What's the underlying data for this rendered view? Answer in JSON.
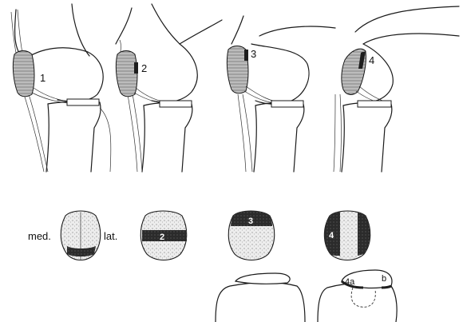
{
  "knee_views": [
    {
      "label": "1"
    },
    {
      "label": "2"
    },
    {
      "label": "3"
    },
    {
      "label": "4"
    }
  ],
  "patella_views": [
    {
      "label": "2"
    },
    {
      "label": "3"
    },
    {
      "label": "4"
    }
  ],
  "orientation": {
    "medial": "med.",
    "lateral": "lat."
  },
  "contact_labels": {
    "a": "4a",
    "b": "b"
  },
  "colors": {
    "ink": "#1a1a1a",
    "contact": "#1e1e1e",
    "stipple": "#8a8a8a"
  }
}
